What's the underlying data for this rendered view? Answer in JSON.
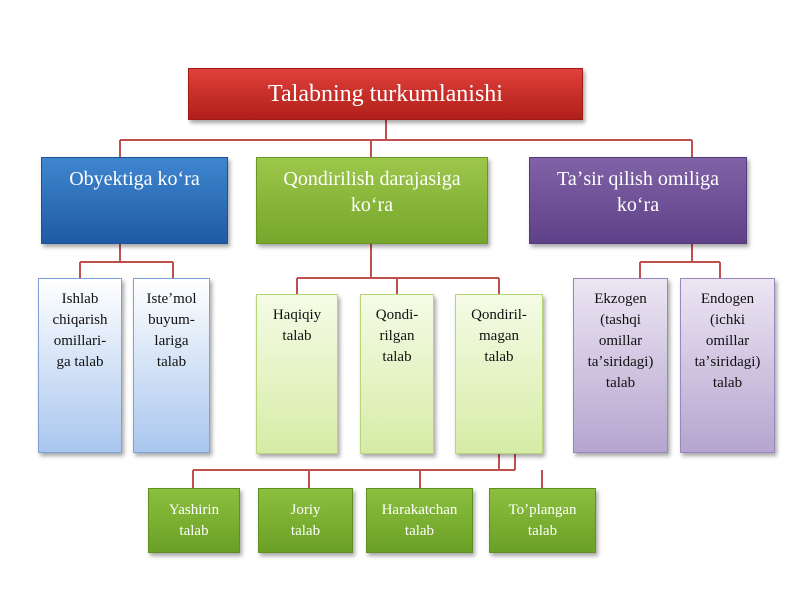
{
  "root": {
    "label": "Talabning turkumlanishi"
  },
  "categories": [
    {
      "label": "Obyektiga koʻra"
    },
    {
      "label": "Qondirilish darajasiga\nkoʻra"
    },
    {
      "label": "Taʼsir qilish omiliga\nkoʻra"
    }
  ],
  "object_types": [
    {
      "label": "Ishlab\nchiqarish\nomillari-\nga talab"
    },
    {
      "label": "Isteʼmol\nbuyum-\nlariga\ntalab"
    }
  ],
  "satisfaction_types": [
    {
      "label": "Haqiqiy\ntalab"
    },
    {
      "label": "Qondi-\nrilgan\ntalab"
    },
    {
      "label": "Qondiril-\nmagan\ntalab"
    }
  ],
  "factor_types": [
    {
      "label": "Ekzogen\n(tashqi\nomillar\ntaʼsiridagi)\ntalab"
    },
    {
      "label": "Endogen\n(ichki\nomillar\ntaʼsiridagi)\ntalab"
    }
  ],
  "unsatisfied_types": [
    {
      "label": "Yashirin\ntalab"
    },
    {
      "label": "Joriy\ntalab"
    },
    {
      "label": "Harakatchan\ntalab"
    },
    {
      "label": "Toʼplangan\ntalab"
    }
  ],
  "colors": {
    "connector": "#c0504d",
    "root": "#c0281f",
    "category_blue": "#2e6dba",
    "category_green": "#8db83b",
    "category_purple": "#6f4f97"
  }
}
